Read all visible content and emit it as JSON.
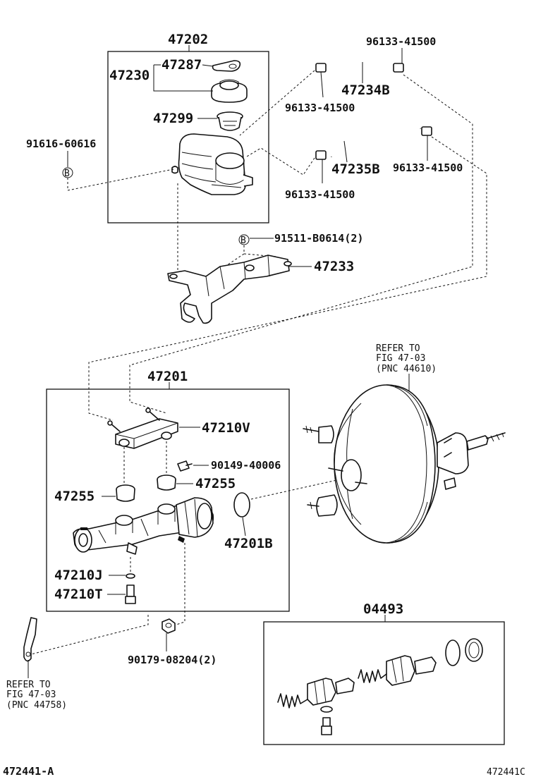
{
  "diagram": {
    "parts": {
      "p47202": "47202",
      "p47287": "47287",
      "p47230": "47230",
      "p47299": "47299",
      "p91616": "91616-60616",
      "clampA": "96133-41500",
      "p47234B": "47234B",
      "clampB": "96133-41500",
      "clampC": "96133-41500",
      "p47235B": "47235B",
      "clampD": "96133-41500",
      "p91511": "91511-B0614(2)",
      "p47233": "47233",
      "p47201": "47201",
      "p47210V": "47210V",
      "p90149": "90149-40006",
      "p47255a": "47255",
      "p47255b": "47255",
      "p47201B": "47201B",
      "p47210J": "47210J",
      "p47210T": "47210T",
      "p90179": "90179-08204(2)",
      "p04493": "04493"
    },
    "markers": {
      "b1": "B",
      "b2": "B"
    },
    "ref_booster": {
      "line1": "REFER TO",
      "line2": "FIG 47-03",
      "line3": "(PNC 44610)"
    },
    "ref_bracket": {
      "line1": "REFER TO",
      "line2": "FIG 47-03",
      "line3": "(PNC 44758)"
    },
    "footer": {
      "left_code": "472441-A",
      "right_code": "472441C"
    }
  }
}
